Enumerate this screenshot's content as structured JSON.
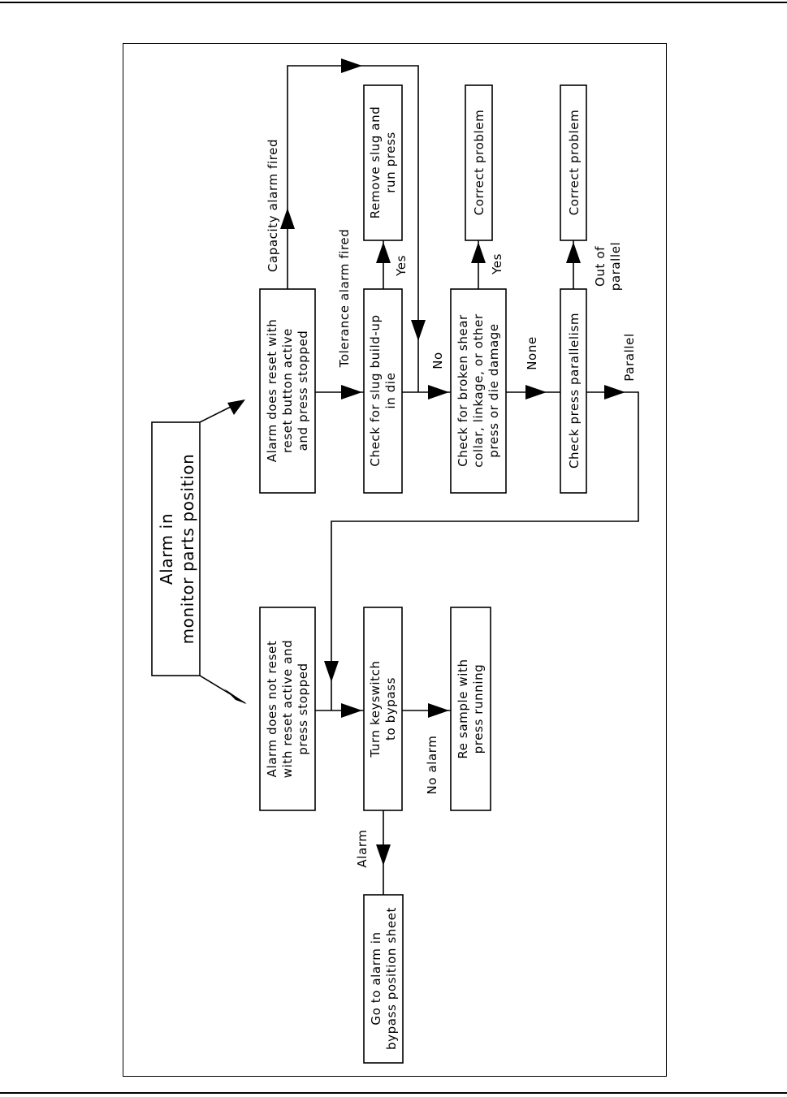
{
  "nodes": {
    "alarm_monitor": [
      "Alarm in",
      "monitor parts position"
    ],
    "does_reset": [
      "Alarm does reset with",
      "reset button active",
      "and press stopped"
    ],
    "not_reset": [
      "Alarm does not reset",
      "with reset active and",
      "press stopped"
    ],
    "check_slug": [
      "Check for slug build-up",
      "in die"
    ],
    "remove_slug": [
      "Remove slug and",
      "run press"
    ],
    "check_broken": [
      "Check for broken shear",
      "collar, linkage, or other",
      "press or die damage"
    ],
    "correct_problem_1": [
      "Correct problem"
    ],
    "check_parallelism": [
      "Check press parallelism"
    ],
    "correct_problem_2": [
      "Correct problem"
    ],
    "keyswitch": [
      "Turn keyswitch",
      "to bypass"
    ],
    "resample": [
      "Re sample with",
      "press running"
    ],
    "goto_bypass": [
      "Go to alarm in",
      "bypass position sheet"
    ]
  },
  "edge_labels": {
    "capacity_alarm": "Capacity alarm fired",
    "tolerance_alarm": "Tolerance alarm fired",
    "yes_slug": "Yes",
    "no_slug": "No",
    "yes_broken": "Yes",
    "none_broken": "None",
    "out_of_parallel": [
      "Out of",
      "parallel"
    ],
    "parallel": "Parallel",
    "no_alarm": "No alarm",
    "alarm": "Alarm"
  }
}
